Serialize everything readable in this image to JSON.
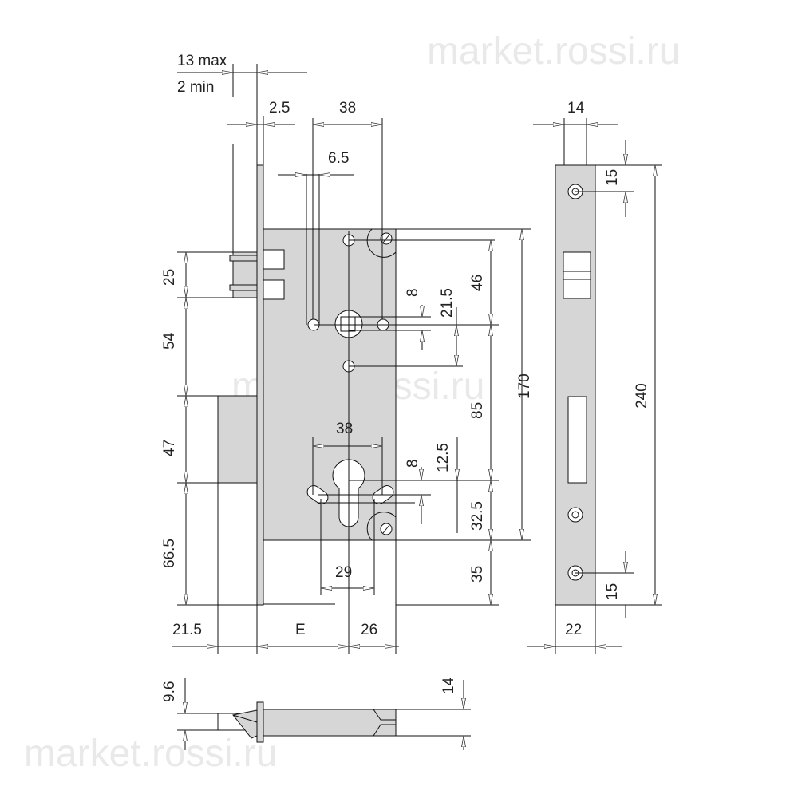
{
  "watermarks": [
    "market.rossi.ru",
    "market.rossi.ru",
    "market.rossi.ru"
  ],
  "front_view": {
    "backset_max": "13 max",
    "backset_min": "2 min",
    "faceplate_thickness": "2.5",
    "follower_to_slot": "38",
    "slot_width": "6.5",
    "latch_height": "25",
    "latch_to_bolt": "54",
    "bolt_height": "47",
    "bolt_to_bottom": "66.5",
    "bolt_throw": "21.5",
    "backset": "E",
    "cylinder_to_back": "26",
    "cylinder_fixing_spacing": "38",
    "cylinder_slot_spacing": "29",
    "follower_offset": "8",
    "follower_to_hole": "21.5",
    "top_to_follower": "46",
    "follower_to_cylinder": "85",
    "case_height": "170",
    "cylinder_offset": "8",
    "cylinder_top": "12.5",
    "cylinder_to_case_bottom": "32.5",
    "case_to_faceplate_bottom": "35"
  },
  "side_view": {
    "faceplate_width_top": "14",
    "top_hole": "15",
    "faceplate_length": "240",
    "bottom_hole": "15",
    "faceplate_width": "22"
  },
  "bottom_view": {
    "latch_thickness": "9.6",
    "case_thickness": "14"
  }
}
